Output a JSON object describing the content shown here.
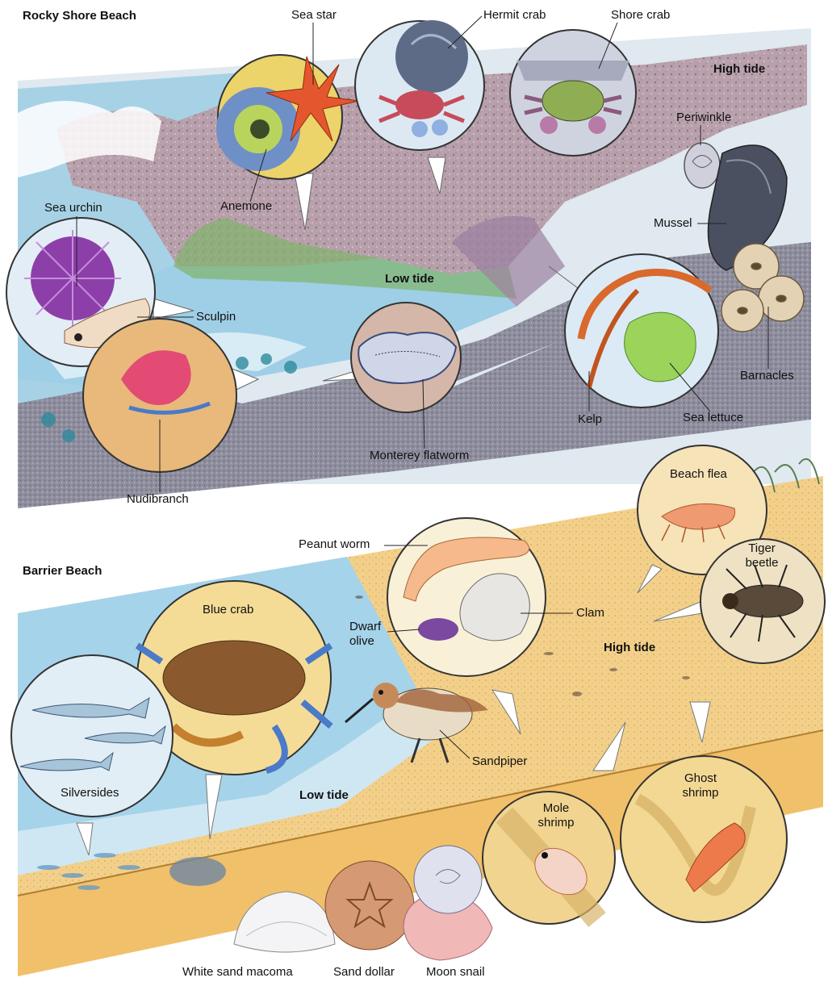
{
  "sections": {
    "rocky_title": "Rocky Shore Beach",
    "barrier_title": "Barrier Beach"
  },
  "rocky": {
    "high_tide": "High tide",
    "low_tide": "Low tide",
    "labels": {
      "sea_star": "Sea star",
      "hermit_crab": "Hermit crab",
      "shore_crab": "Shore crab",
      "periwinkle": "Periwinkle",
      "mussel": "Mussel",
      "anemone": "Anemone",
      "sea_urchin": "Sea urchin",
      "sculpin": "Sculpin",
      "nudibranch": "Nudibranch",
      "monterey_flatworm": "Monterey flatworm",
      "barnacles": "Barnacles",
      "kelp": "Kelp",
      "sea_lettuce": "Sea lettuce"
    }
  },
  "barrier": {
    "high_tide": "High tide",
    "low_tide": "Low tide",
    "labels": {
      "peanut_worm": "Peanut worm",
      "clam": "Clam",
      "dwarf_olive": "Dwarf\nolive",
      "blue_crab": "Blue crab",
      "silversides": "Silversides",
      "sandpiper": "Sandpiper",
      "beach_flea": "Beach flea",
      "tiger_beetle": "Tiger\nbeetle",
      "mole_shrimp": "Mole\nshrimp",
      "ghost_shrimp": "Ghost\nshrimp",
      "white_sand_macoma": "White sand macoma",
      "sand_dollar": "Sand dollar",
      "moon_snail": "Moon snail"
    }
  },
  "colors": {
    "water": "#9fd0e8",
    "rock": "#b79aa8",
    "sand": "#f2cf86",
    "gravel": "#8d8d9c",
    "circle_outline": "#333333"
  }
}
